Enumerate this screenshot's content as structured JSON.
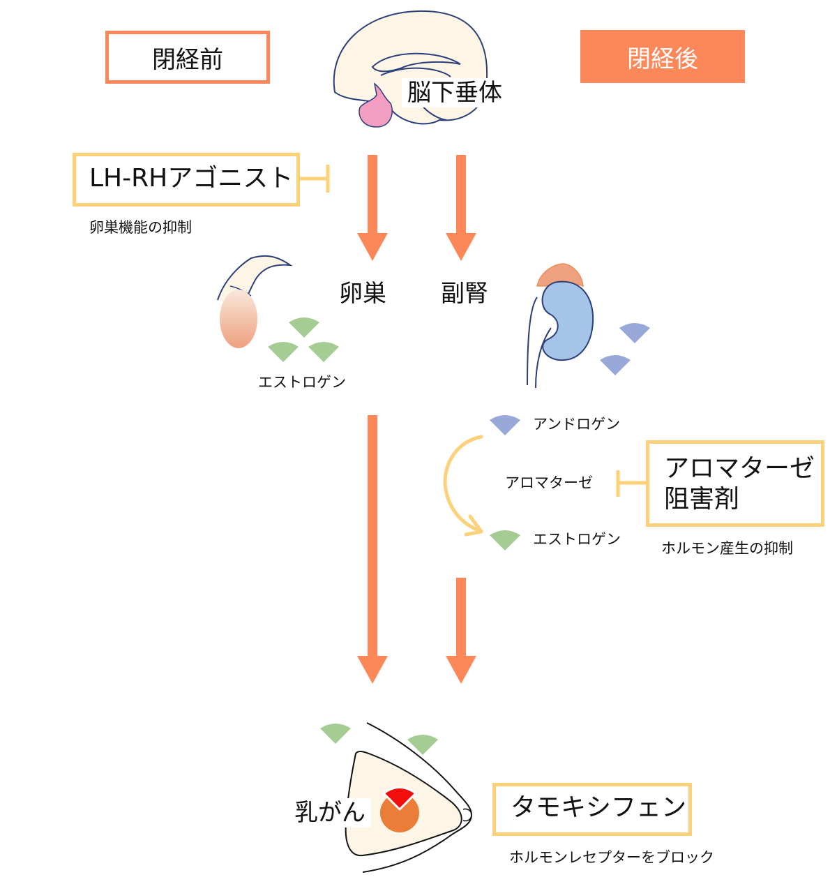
{
  "phases": {
    "premenopause": "閉経前",
    "postmenopause": "閉経後"
  },
  "organs": {
    "pituitary": "脳下垂体",
    "ovary": "卵巣",
    "adrenal": "副腎",
    "breast_cancer": "乳がん"
  },
  "hormones": {
    "estrogen_ovary": "エストロゲン",
    "androgen": "アンドロゲン",
    "aromatase": "アロマターゼ",
    "estrogen_converted": "エストロゲン"
  },
  "drugs": {
    "lhrh": {
      "name": "LH-RHアゴニスト",
      "effect": "卵巣機能の抑制"
    },
    "aromatase_inhibitor": {
      "name_line1": "アロマターゼ",
      "name_line2": "阻害剤",
      "effect": "ホルモン産生の抑制"
    },
    "tamoxifen": {
      "name": "タモキシフェン",
      "effect": "ホルモンレセプターをブロック"
    }
  },
  "colors": {
    "arrow": "#fc8759",
    "drug_border": "#fdd07a",
    "premenopause_border": "#fb875b",
    "estrogen": "#a5cd93",
    "androgen": "#98a8d9",
    "pituitary": "#f39fc3",
    "ovary": "#efa07f",
    "kidney": "#a6c4e8",
    "tumor": "#ea7d38",
    "receptor": "#f30e0e",
    "outline": "#2b3e7a",
    "skin": "#fdf5e6"
  }
}
